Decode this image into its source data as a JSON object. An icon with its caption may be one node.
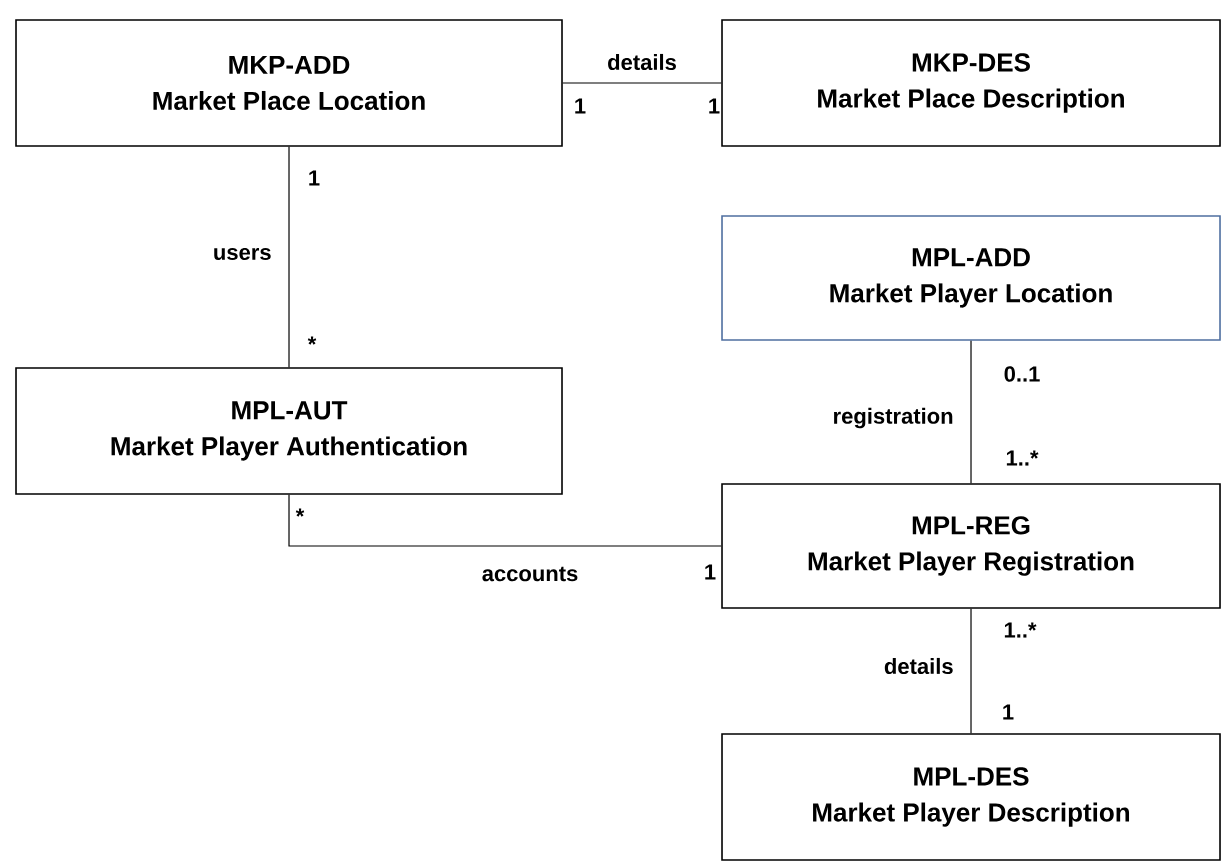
{
  "diagram": {
    "nodes": [
      {
        "text": [
          "MKP-ADD",
          "Market Place Location"
        ]
      },
      {
        "text": [
          "MKP-DES",
          "Market Place Description"
        ]
      },
      {
        "text": [
          "MPL-ADD",
          "Market Player Location"
        ]
      },
      {
        "text": [
          "MPL-AUT",
          "Market Player Authentication"
        ]
      },
      {
        "text": [
          "MPL-REG",
          "Market Player Registration"
        ]
      },
      {
        "text": [
          "MPL-DES",
          "Market Player Description"
        ]
      }
    ],
    "edges": [
      {
        "from": 0,
        "to": 1,
        "arrow": "none",
        "label": "details"
      },
      {
        "from": 0,
        "to": 3,
        "arrow": "none",
        "label": "users"
      },
      {
        "from": 2,
        "to": 4,
        "arrow": "none",
        "label": "registration"
      },
      {
        "from": 3,
        "to": 4,
        "arrow": "none",
        "label": "accounts"
      },
      {
        "from": 4,
        "to": 5,
        "arrow": "none",
        "label": "details"
      }
    ],
    "labels": [
      "1",
      "1",
      "1",
      "*",
      "0..1",
      "1..*",
      "*",
      "1",
      "1..*",
      "1"
    ]
  }
}
